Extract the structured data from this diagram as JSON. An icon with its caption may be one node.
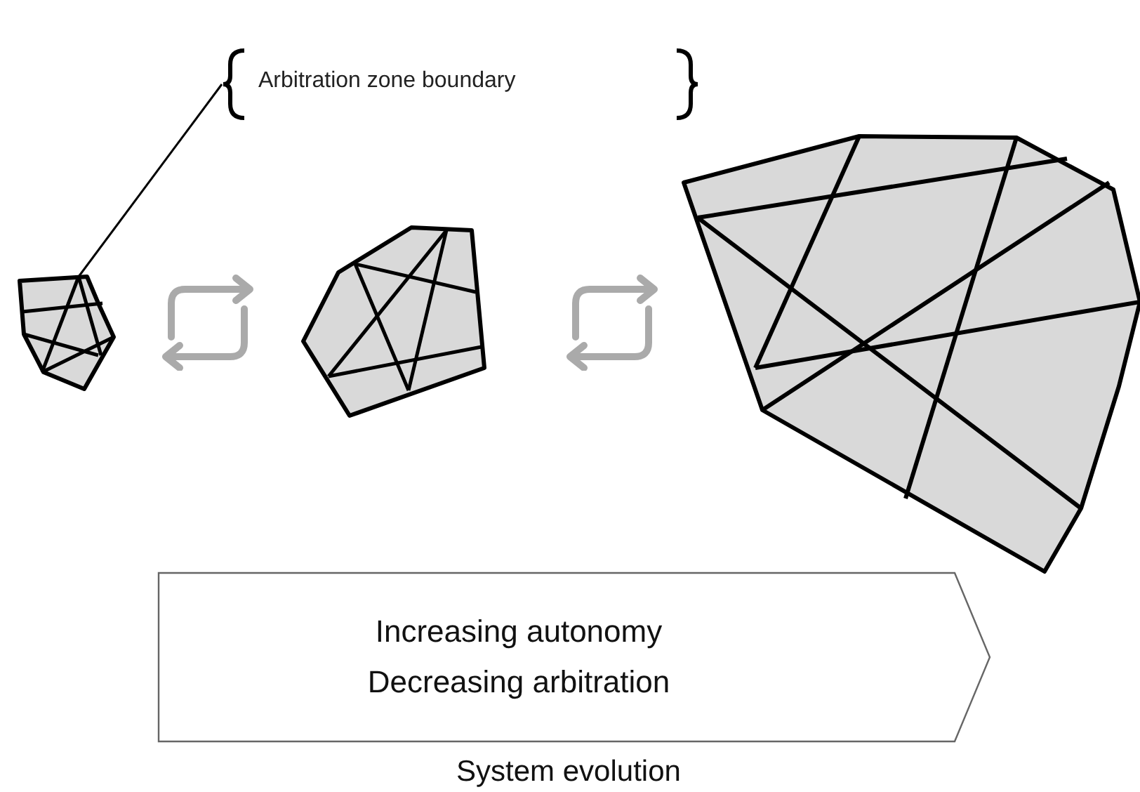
{
  "diagram": {
    "caption": "System evolution",
    "nodes": [
      {
        "text": [
          "Arbitration zone boundary"
        ]
      },
      {
        "text": [],
        "shape": "polygon"
      },
      {
        "text": [],
        "shape": "polygon"
      },
      {
        "text": [],
        "shape": "polygon"
      },
      {
        "text": [
          "Increasing autonomy",
          "Decreasing arbitration"
        ]
      }
    ],
    "edges": [
      {
        "from": 0,
        "to": 1,
        "arrow": "none"
      }
    ]
  }
}
